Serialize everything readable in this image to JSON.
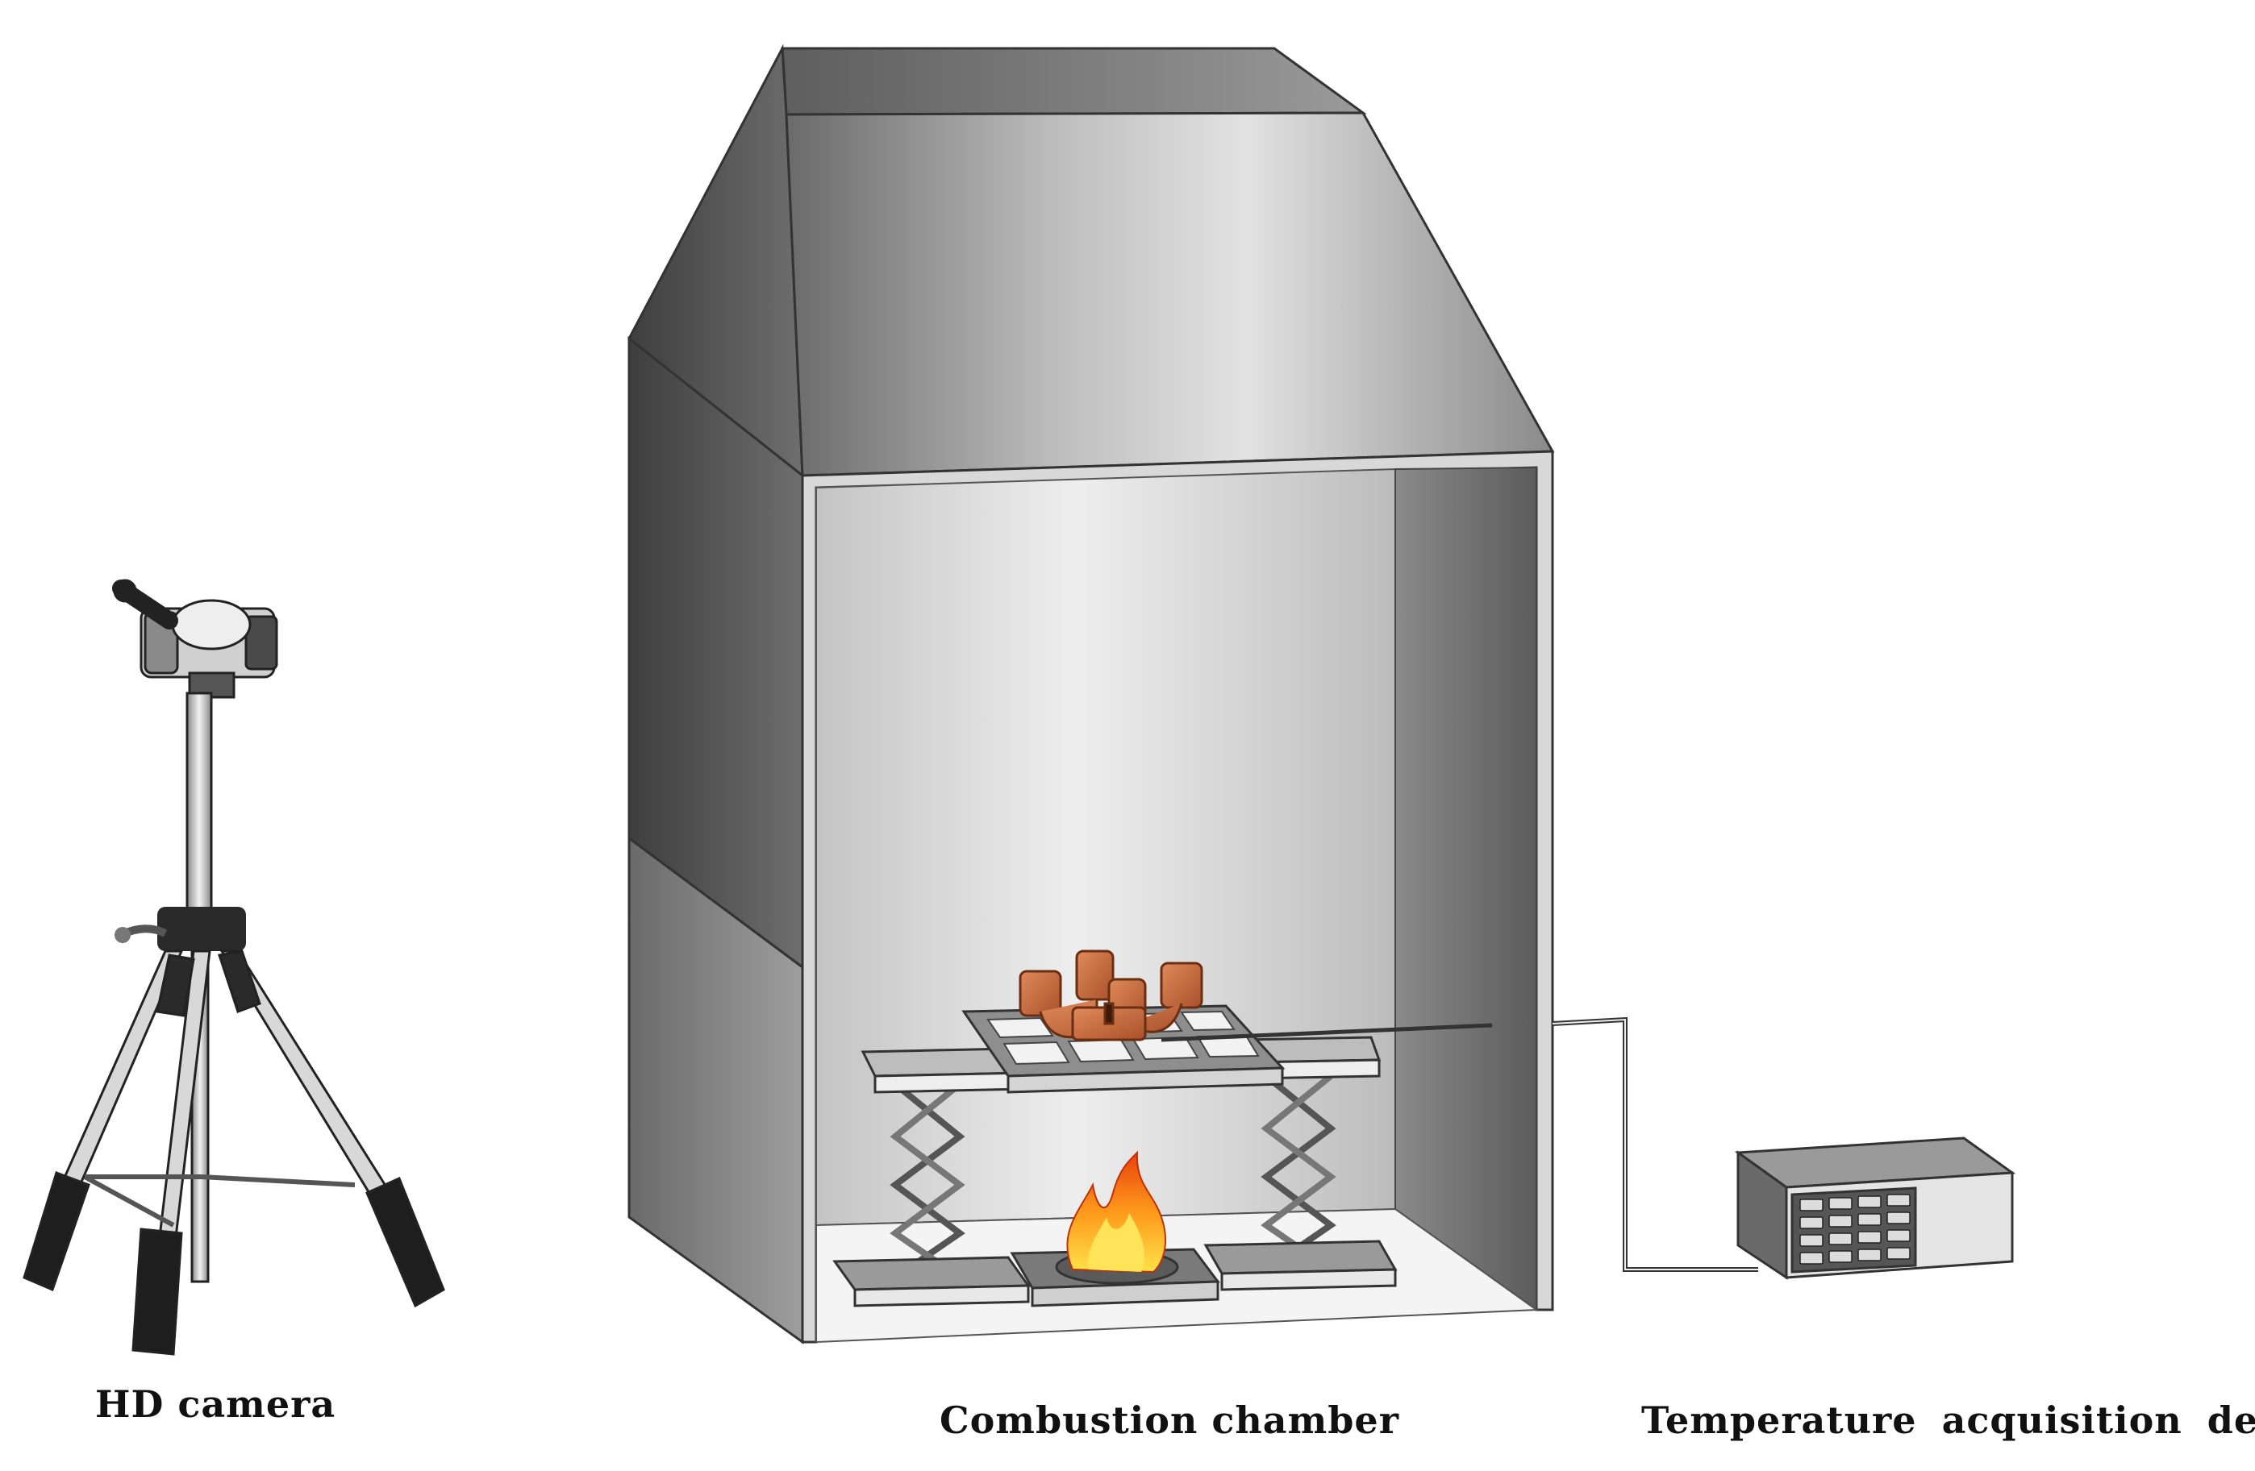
{
  "labels": {
    "camera": "HD camera",
    "chamber": "Combustion chamber",
    "device": "Temperature acquisition device"
  },
  "icons": [
    "camera-icon",
    "tripod-icon",
    "hood-icon",
    "flame-icon",
    "scissor-lift-icon",
    "sample-icon",
    "data-logger-icon"
  ],
  "colors": {
    "metal_dark": "#4a4a4a",
    "metal_mid": "#8c8c8c",
    "metal_light": "#e6e6e6",
    "sample": "#c8683a",
    "flame_outer": "#f25a12",
    "flame_inner": "#ffd21f"
  }
}
